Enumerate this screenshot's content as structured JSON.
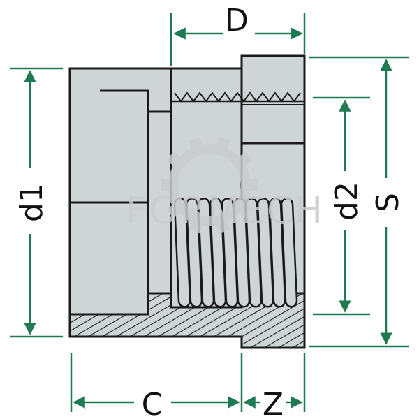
{
  "diagram": {
    "title": "",
    "watermark": "FORMECH",
    "dimensions": {
      "D": "D",
      "d1": "d1",
      "d2": "d2",
      "S": "S",
      "C": "C",
      "Z": "Z"
    },
    "colors": {
      "body_fill": "#cfd5d5",
      "outline": "#1a1a1a",
      "dimension_line": "#1f7a52",
      "watermark": "#c9cccc",
      "hatch": "#1a1a1a"
    }
  }
}
